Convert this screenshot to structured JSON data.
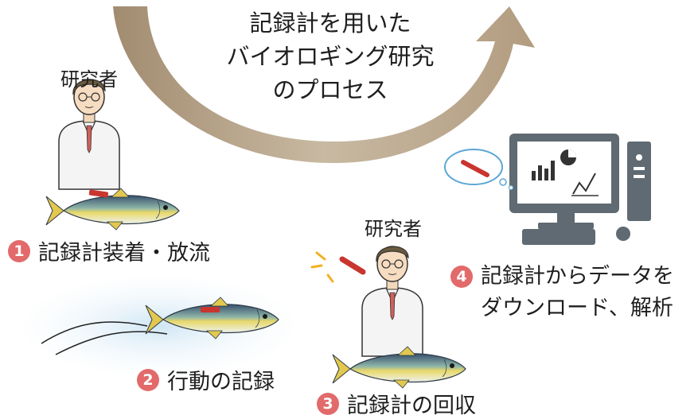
{
  "title": {
    "line1": "記録計を用いた",
    "line2": "バイオロギング研究",
    "line3": "のプロセス"
  },
  "researcher_label": "研究者",
  "steps": [
    {
      "number": "1",
      "text": "記録計装着・放流"
    },
    {
      "number": "2",
      "text": "行動の記録"
    },
    {
      "number": "3",
      "text": "記録計の回収"
    },
    {
      "number": "4",
      "line1": "記録計からデータを",
      "line2": "ダウンロード、解析"
    }
  ],
  "colors": {
    "arrow": "#b7a48a",
    "badge": "#e26a6a",
    "water": "#d9ecf6",
    "computer": "#5f6a72",
    "logger": "#c8362f"
  }
}
